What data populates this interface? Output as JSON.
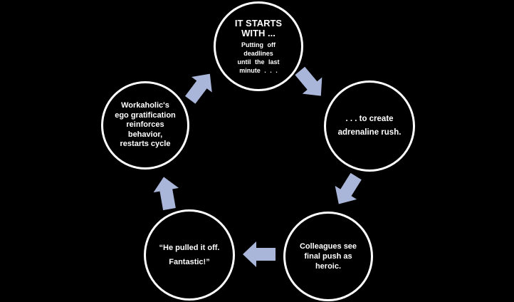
{
  "diagram": {
    "type": "cycle-diagram",
    "colors": {
      "background": "#000000",
      "circle_fill": "#000000",
      "circle_border": "#ffffff",
      "text": "#ffffff",
      "arrow": "#aab6d9"
    },
    "nodes": [
      {
        "id": "it-starts-with",
        "heading": "IT STARTS\nWITH ...",
        "body": "Putting off\ndeadlines\nuntil the last\nminute . . ."
      },
      {
        "id": "adrenaline-rush",
        "text": ". . . to create\nadrenaline rush."
      },
      {
        "id": "colleagues-heroic",
        "text": "Colleagues see\nfinal push as\nheroic."
      },
      {
        "id": "pulled-it-off",
        "text": "“He pulled it off.\nFantastic!”"
      },
      {
        "id": "ego-gratification",
        "text": "Workaholic's\nego gratification\nreinforces\nbehavior,\nrestarts cycle"
      }
    ],
    "arrows": [
      {
        "name": "arrow-start-to-adrenaline",
        "direction": "southeast"
      },
      {
        "name": "arrow-adrenaline-to-colleagues",
        "direction": "south-southwest"
      },
      {
        "name": "arrow-colleagues-to-pulled",
        "direction": "west"
      },
      {
        "name": "arrow-pulled-to-ego",
        "direction": "north"
      },
      {
        "name": "arrow-ego-to-start",
        "direction": "northeast"
      }
    ]
  }
}
